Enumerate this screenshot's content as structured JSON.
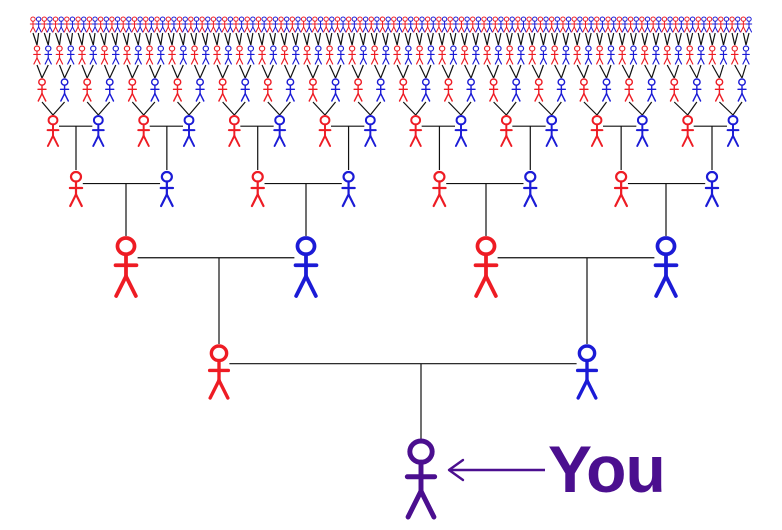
{
  "you_label": "You",
  "colors": {
    "mother": "#ee1c24",
    "father": "#1b1bd6",
    "you": "#4b0f8f",
    "lines": "#111111",
    "background": "#ffffff"
  },
  "tree": {
    "generations_drawn": 7,
    "ancestor_counts": [
      2,
      4,
      8,
      16,
      32,
      64,
      128
    ],
    "icons": {
      "ancestor": "stick-figure-icon",
      "pointer": "arrow-left-icon"
    }
  }
}
